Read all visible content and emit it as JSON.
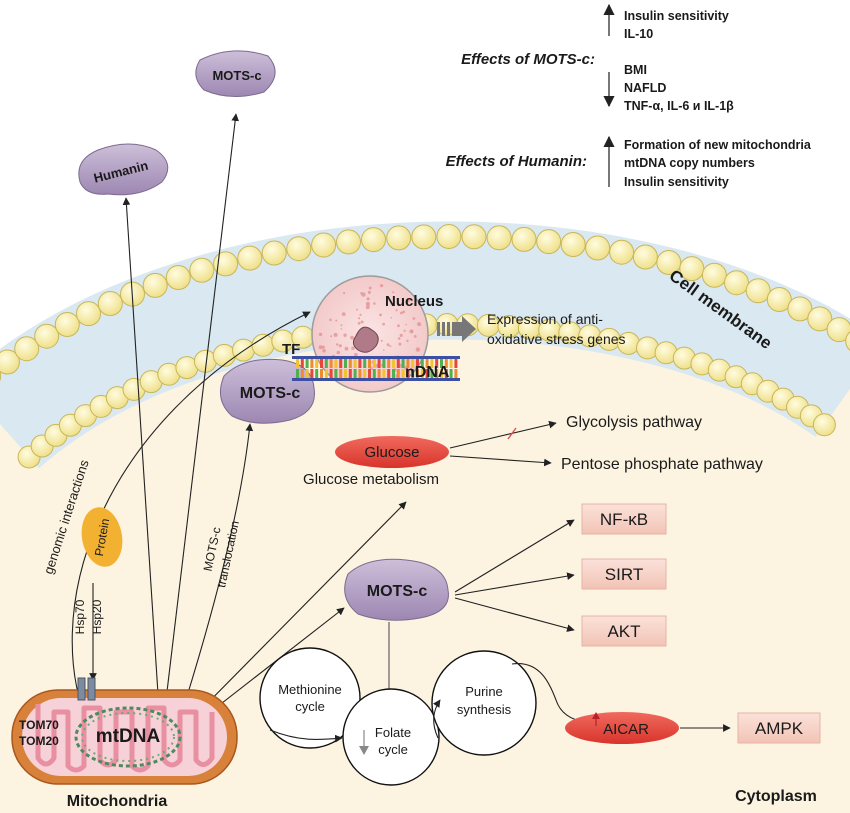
{
  "effects_mots": {
    "title": "Effects of MOTS-c:",
    "up": [
      "Insulin sensitivity",
      "IL-10"
    ],
    "down": [
      "BMI",
      "NAFLD",
      "TNF-α, IL-6 и IL-1β"
    ]
  },
  "effects_humanin": {
    "title": "Effects of Humanin:",
    "up": [
      "Formation of new mitochondria",
      "mtDNA copy numbers",
      "Insulin sensitivity"
    ]
  },
  "peptides": {
    "mots_top": "MOTS-c",
    "humanin": "Humanin",
    "mots_nucleus": "MOTS-c",
    "mots_center": "MOTS-c"
  },
  "labels": {
    "cell_membrane": "Cell membrane",
    "nucleus": "Nucleus",
    "tf": "TF",
    "ndna": "nDNA",
    "expression_line1": "Expression of anti-",
    "expression_line2": "oxidative stress genes",
    "glucose": "Glucose",
    "glucose_metabolism": "Glucose metabolism",
    "glycolysis": "Glycolysis pathway",
    "pentose": "Pentose phosphate pathway",
    "genomic_interactions": "genomic interactions",
    "protein": "Protein",
    "hsp70": "Hsp70",
    "hsp20": "Hsp20",
    "translocation_line1": "MOTS-c",
    "translocation_line2": "translocation",
    "nfkb": "NF-κB",
    "sirt": "SIRT",
    "akt": "AKT",
    "methionine_line1": "Methionine",
    "methionine_line2": "cycle",
    "folate_line1": "Folate",
    "folate_line2": "cycle",
    "purine_line1": "Purine",
    "purine_line2": "synthesis",
    "aicar": "AICAR",
    "ampk": "AMPK",
    "tom70": "TOM70",
    "tom20": "TOM20",
    "mtdna": "mtDNA",
    "mitochondria": "Mitochondria",
    "cytoplasm": "Cytoplasm"
  },
  "colors": {
    "cytoplasm": "#fcf4e1",
    "membrane_band": "#d9e8f1",
    "lipid_head": "#fbf2a8",
    "peptide": "#b7a5c6",
    "glucose": "#e8453c",
    "protein": "#f2b131",
    "target_box": "#f7d5cb",
    "mito_outer": "#d8813a",
    "mito_inner": "#f2a9b6"
  }
}
